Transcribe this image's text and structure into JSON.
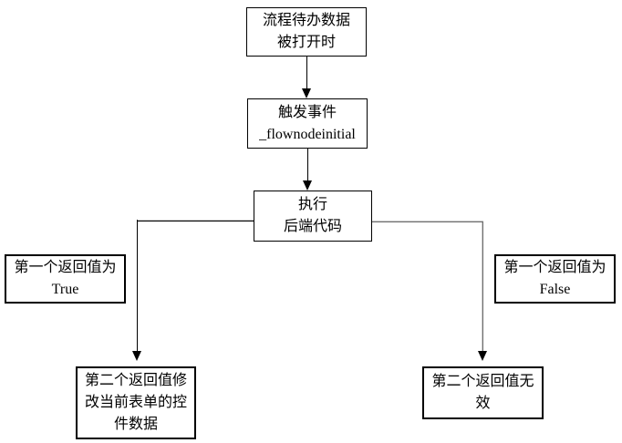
{
  "flowchart": {
    "title": "flow-node-event-diagram",
    "nodes": {
      "open": {
        "line1": "流程待办数据",
        "line2": "被打开时"
      },
      "trigger": {
        "line1": "触发事件",
        "line2": "_flownodeinitial"
      },
      "execute": {
        "line1": "执行",
        "line2": "后端代码"
      },
      "true_label": {
        "line1": "第一个返回值为",
        "line2": "True"
      },
      "false_label": {
        "line1": "第一个返回值为",
        "line2": "False"
      },
      "modify": {
        "line1": "第二个返回值修",
        "line2": "改当前表单的控",
        "line3": "件数据"
      },
      "invalid": {
        "line1": "第二个返回值无",
        "line2": "效"
      }
    },
    "colors": {
      "background": "#ffffff",
      "box_border": "#000000",
      "text": "#000000",
      "connector_black": "#000000",
      "connector_gray": "#6e6e6e",
      "connector_highlight": "#c9c9c9"
    }
  }
}
